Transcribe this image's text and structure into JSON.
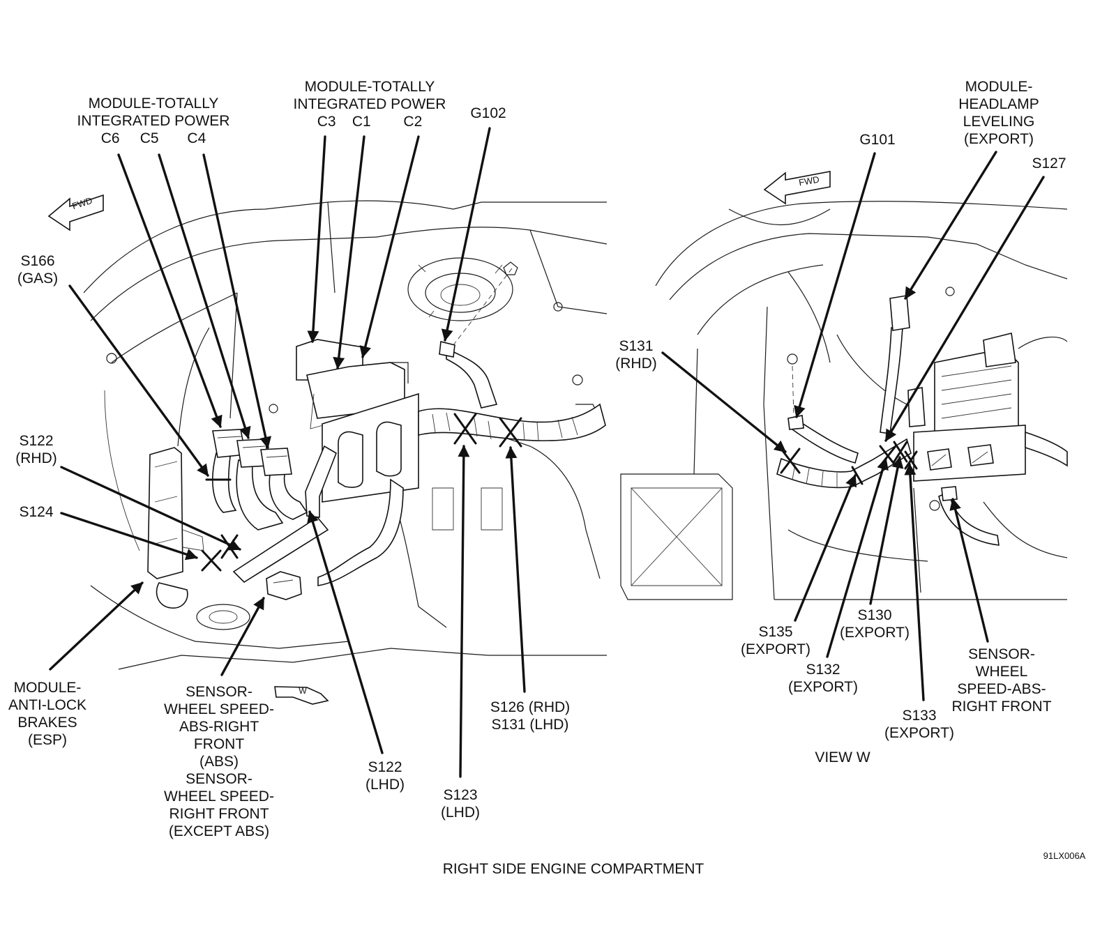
{
  "caption": "RIGHT SIDE ENGINE COMPARTMENT",
  "figure_code": "91LX006A",
  "fwd_label": "FWD",
  "view_marker": "W",
  "left_view": {
    "labels": {
      "tip_c6c5c4": "MODULE-TOTALLY\nINTEGRATED POWER\nC6     C5       C4",
      "tip_c3c1c2": "MODULE-TOTALLY\nINTEGRATED POWER\nC3    C1        C2",
      "g102": "G102",
      "s166": "S166\n(GAS)",
      "s122_rhd": "S122\n(RHD)",
      "s124": "S124",
      "abs_module": "MODULE-\nANTI-LOCK\nBRAKES\n(ESP)",
      "wheel_sensor": "SENSOR-\nWHEEL SPEED-\nABS-RIGHT\nFRONT\n(ABS)\nSENSOR-\nWHEEL SPEED-\nRIGHT FRONT\n(EXCEPT ABS)",
      "s122_lhd": "S122\n(LHD)",
      "s123_lhd": "S123\n(LHD)",
      "s126_s131": "S126 (RHD)\nS131 (LHD)"
    }
  },
  "right_view": {
    "title": "VIEW W",
    "labels": {
      "g101": "G101",
      "headlamp_module": "MODULE-\nHEADLAMP\nLEVELING\n(EXPORT)",
      "s127": "S127",
      "s131_rhd": "S131\n(RHD)",
      "s135": "S135\n(EXPORT)",
      "s132": "S132\n(EXPORT)",
      "s130": "S130\n(EXPORT)",
      "s133": "S133\n(EXPORT)",
      "wheel_sensor_abs": "SENSOR-\nWHEEL\nSPEED-ABS-\nRIGHT FRONT"
    }
  }
}
